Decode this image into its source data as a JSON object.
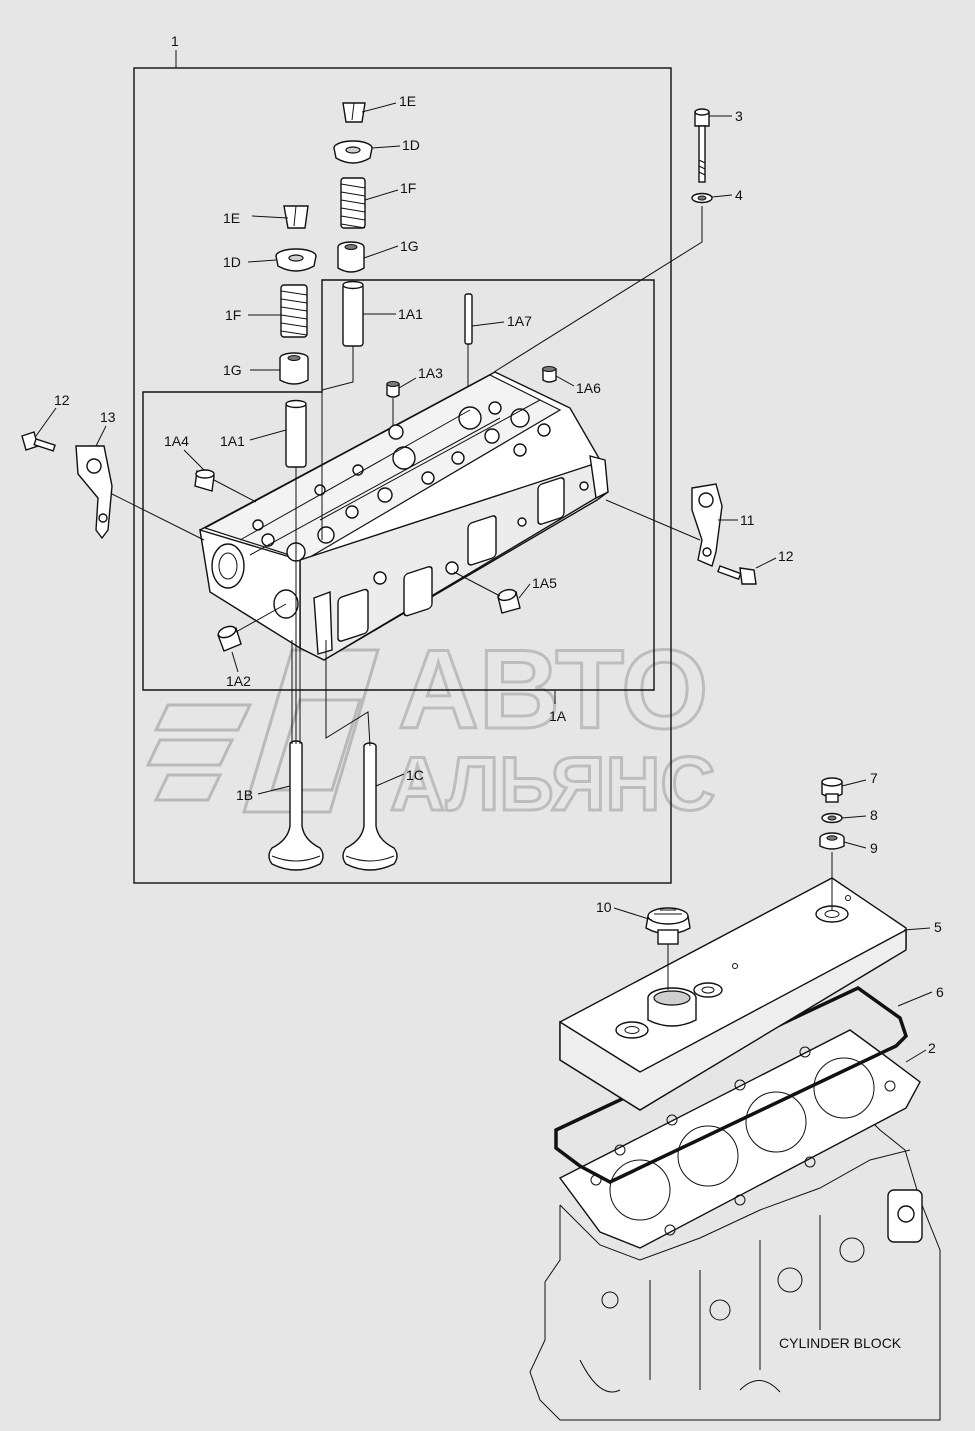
{
  "watermark": {
    "line1": "АВТО",
    "line2": "АЛЬЯНС"
  },
  "labels": {
    "assembly": "1",
    "retainer_a": "1E",
    "seat_a": "1D",
    "spring_a": "1F",
    "seal_a": "1G",
    "retainer_b": "1E",
    "seat_b": "1D",
    "spring_b": "1F",
    "seal_b": "1G",
    "guide_a": "1A1",
    "guide_b": "1A1",
    "pin": "1A7",
    "plug_a3": "1A3",
    "plug_a6": "1A6",
    "plug_a4": "1A4",
    "plug_a5": "1A5",
    "plug_a2": "1A2",
    "head": "1A",
    "intake_valve": "1B",
    "exhaust_valve": "1C",
    "bolt_top": "3",
    "washer_top": "4",
    "bolt_left": "12",
    "hanger_left": "13",
    "hanger_right": "11",
    "bolt_right": "12",
    "plug_7": "7",
    "washer_8": "8",
    "grommet_9": "9",
    "oil_cap": "10",
    "cover": "5",
    "cover_gasket": "6",
    "head_gasket": "2",
    "block": "CYLINDER BLOCK"
  }
}
